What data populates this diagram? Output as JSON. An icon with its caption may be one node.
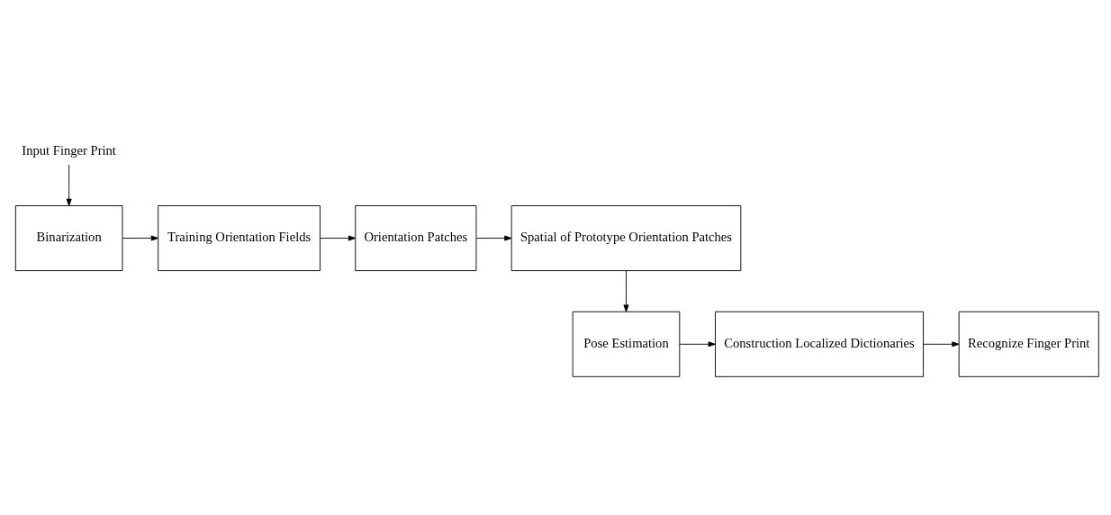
{
  "diagram": {
    "nodes": [
      {
        "text": [
          "Input Finger Print"
        ]
      },
      {
        "text": [
          "Binarization"
        ]
      },
      {
        "text": [
          "Training Orientation Fields"
        ]
      },
      {
        "text": [
          "Orientation Patches"
        ]
      },
      {
        "text": [
          "Spatial of Prototype Orientation Patches"
        ]
      },
      {
        "text": [
          "Pose Estimation"
        ]
      },
      {
        "text": [
          "Construction Localized Dictionaries"
        ]
      },
      {
        "text": [
          "Recognize Finger Print"
        ]
      }
    ],
    "edges": [
      {
        "from": 0,
        "to": 1,
        "arrow": "to"
      },
      {
        "from": 1,
        "to": 2,
        "arrow": "to"
      },
      {
        "from": 2,
        "to": 3,
        "arrow": "to"
      },
      {
        "from": 3,
        "to": 4,
        "arrow": "to"
      },
      {
        "from": 4,
        "to": 5,
        "arrow": "to"
      },
      {
        "from": 5,
        "to": 6,
        "arrow": "to"
      },
      {
        "from": 6,
        "to": 7,
        "arrow": "to"
      }
    ]
  }
}
